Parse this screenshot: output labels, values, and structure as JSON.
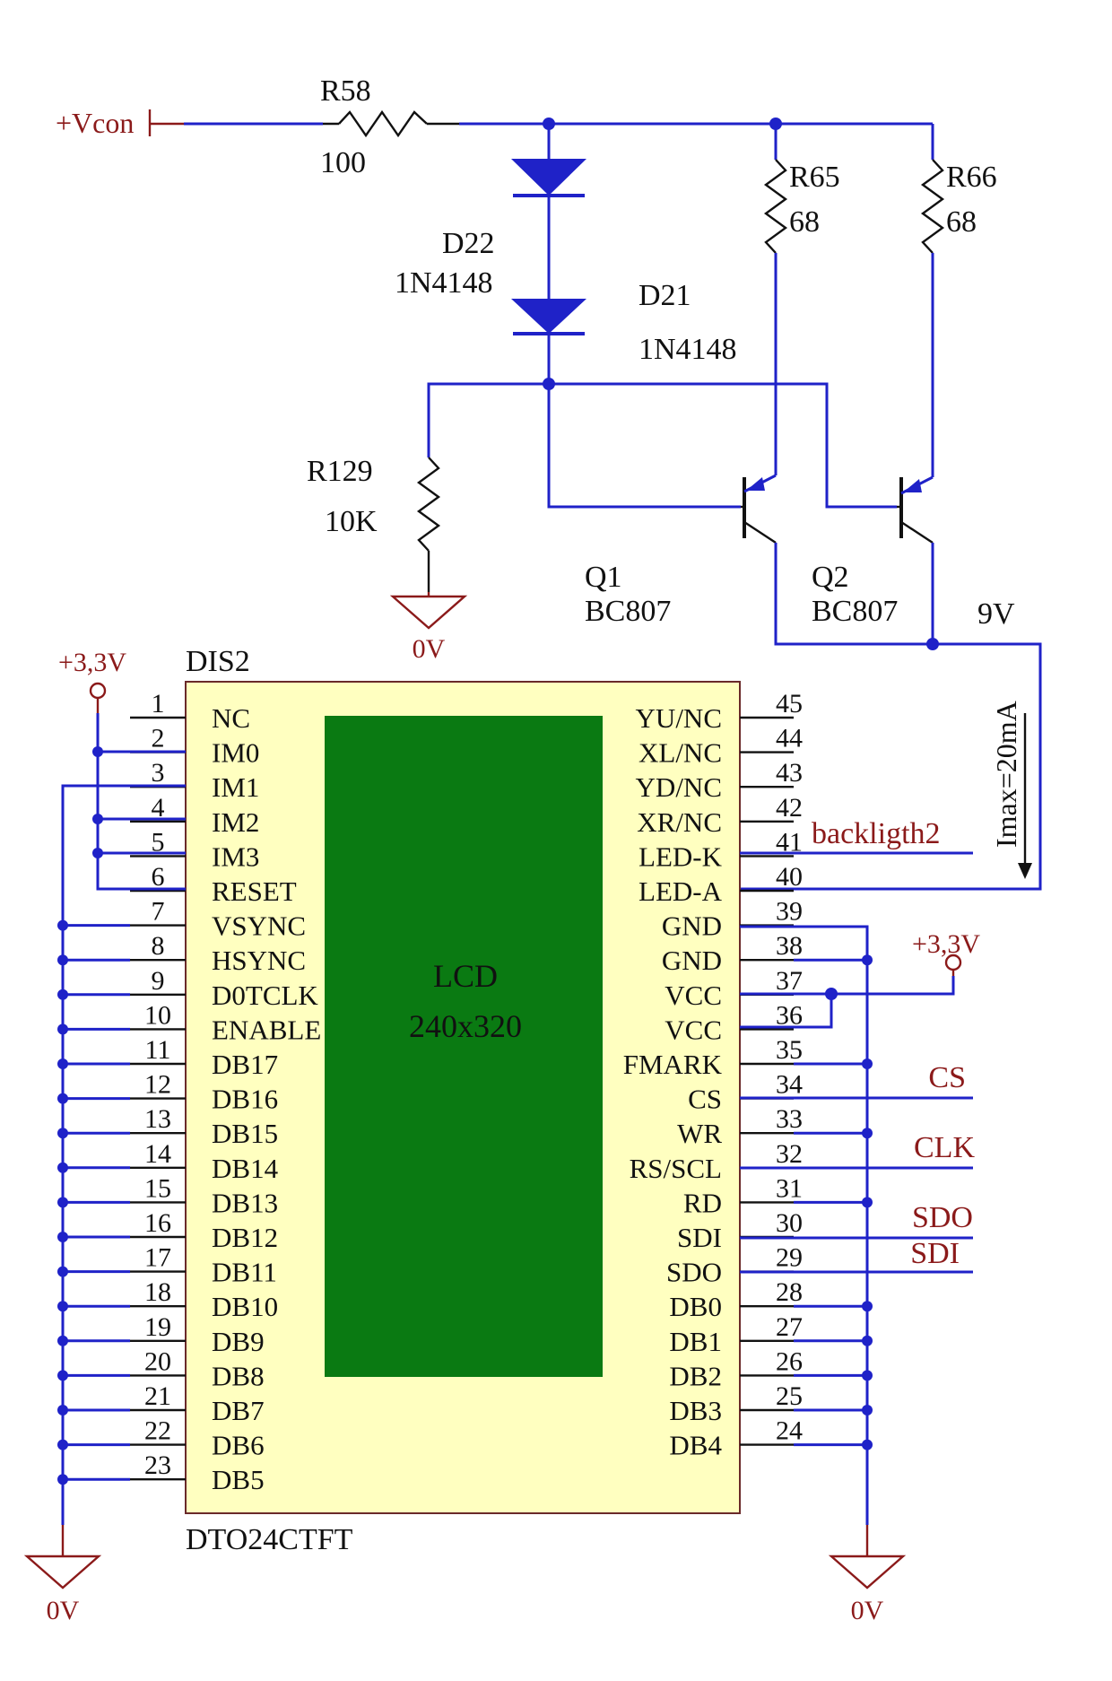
{
  "supply": {
    "vcon": "+Vcon",
    "v33_top": "+3,3V",
    "v33_right": "+3,3V"
  },
  "components": {
    "r58": {
      "ref": "R58",
      "value": "100"
    },
    "d22": {
      "ref": "D22",
      "value": "1N4148"
    },
    "d21": {
      "ref": "D21",
      "value": "1N4148"
    },
    "r65": {
      "ref": "R65",
      "value": "68"
    },
    "r66": {
      "ref": "R66",
      "value": "68"
    },
    "r129": {
      "ref": "R129",
      "value": "10K"
    },
    "q1": {
      "ref": "Q1",
      "value": "BC807"
    },
    "q2": {
      "ref": "Q2",
      "value": "BC807"
    }
  },
  "ground_label": "0V",
  "annotations": {
    "voltage_9v": "9V",
    "imax": "Imax=20mA"
  },
  "display": {
    "ref": "DIS2",
    "part": "DTO24CTFT",
    "lcd_line1": "LCD",
    "lcd_line2": "240x320",
    "left_pins": [
      {
        "num": "1",
        "name": "NC"
      },
      {
        "num": "2",
        "name": "IM0"
      },
      {
        "num": "3",
        "name": "IM1"
      },
      {
        "num": "4",
        "name": "IM2"
      },
      {
        "num": "5",
        "name": "IM3"
      },
      {
        "num": "6",
        "name": "RESET"
      },
      {
        "num": "7",
        "name": "VSYNC"
      },
      {
        "num": "8",
        "name": "HSYNC"
      },
      {
        "num": "9",
        "name": "D0TCLK"
      },
      {
        "num": "10",
        "name": "ENABLE"
      },
      {
        "num": "11",
        "name": "DB17"
      },
      {
        "num": "12",
        "name": "DB16"
      },
      {
        "num": "13",
        "name": "DB15"
      },
      {
        "num": "14",
        "name": "DB14"
      },
      {
        "num": "15",
        "name": "DB13"
      },
      {
        "num": "16",
        "name": "DB12"
      },
      {
        "num": "17",
        "name": "DB11"
      },
      {
        "num": "18",
        "name": "DB10"
      },
      {
        "num": "19",
        "name": "DB9"
      },
      {
        "num": "20",
        "name": "DB8"
      },
      {
        "num": "21",
        "name": "DB7"
      },
      {
        "num": "22",
        "name": "DB6"
      },
      {
        "num": "23",
        "name": "DB5"
      }
    ],
    "right_pins": [
      {
        "num": "45",
        "name": "YU/NC"
      },
      {
        "num": "44",
        "name": "XL/NC"
      },
      {
        "num": "43",
        "name": "YD/NC"
      },
      {
        "num": "42",
        "name": "XR/NC"
      },
      {
        "num": "41",
        "name": "LED-K"
      },
      {
        "num": "40",
        "name": "LED-A"
      },
      {
        "num": "39",
        "name": "GND"
      },
      {
        "num": "38",
        "name": "GND"
      },
      {
        "num": "37",
        "name": "VCC"
      },
      {
        "num": "36",
        "name": "VCC"
      },
      {
        "num": "35",
        "name": "FMARK"
      },
      {
        "num": "34",
        "name": "CS"
      },
      {
        "num": "33",
        "name": "WR"
      },
      {
        "num": "32",
        "name": "RS/SCL"
      },
      {
        "num": "31",
        "name": "RD"
      },
      {
        "num": "30",
        "name": "SDI"
      },
      {
        "num": "29",
        "name": "SDO"
      },
      {
        "num": "28",
        "name": "DB0"
      },
      {
        "num": "27",
        "name": "DB1"
      },
      {
        "num": "26",
        "name": "DB2"
      },
      {
        "num": "25",
        "name": "DB3"
      },
      {
        "num": "24",
        "name": "DB4"
      }
    ]
  },
  "nets": {
    "backlight": "backligth2",
    "cs": "CS",
    "clk": "CLK",
    "sdo": "SDO",
    "sdi": "SDI"
  }
}
